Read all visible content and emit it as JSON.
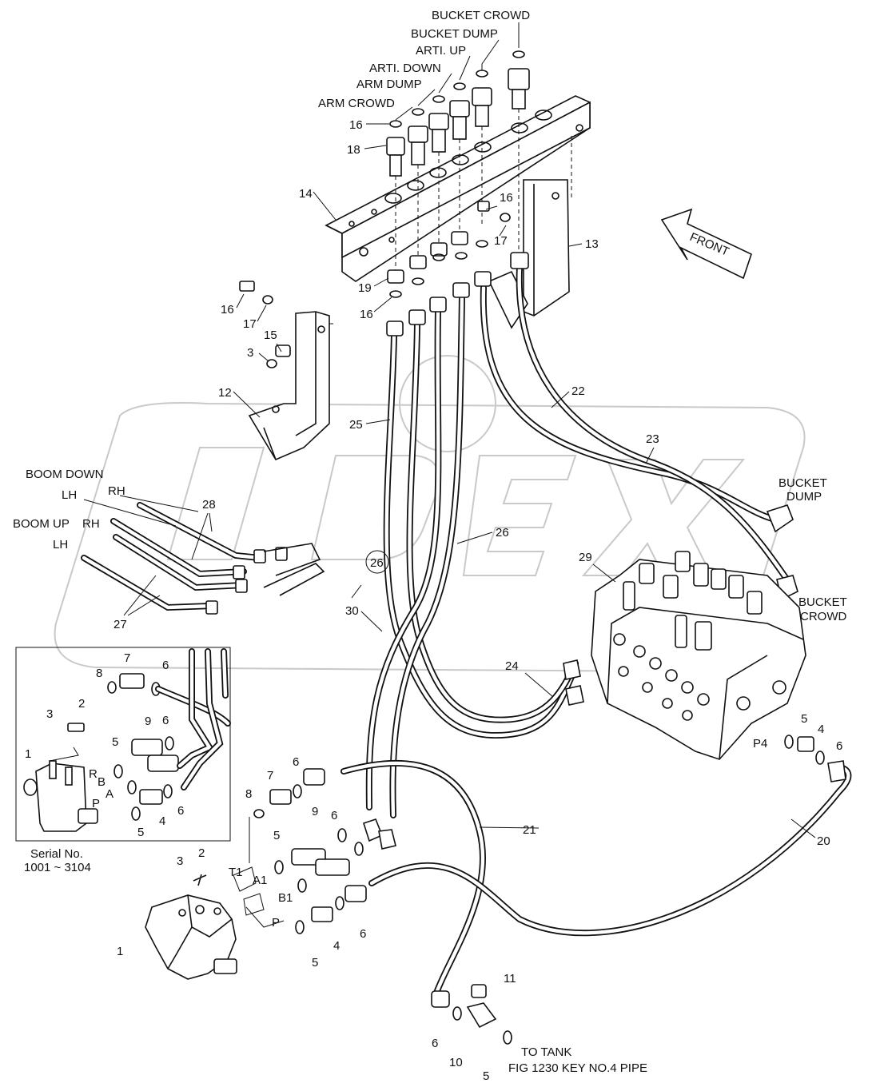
{
  "labels": {
    "bucket_crowd_top": "BUCKET CROWD",
    "bucket_dump_top": "BUCKET DUMP",
    "arti_up": "ARTI. UP",
    "arti_down": "ARTI. DOWN",
    "arm_dump": "ARM DUMP",
    "arm_crowd": "ARM CROWD",
    "front": "FRONT",
    "boom_down": "BOOM DOWN",
    "boom_up": "BOOM UP",
    "lh_1": "LH",
    "rh_1": "RH",
    "lh_2": "LH",
    "rh_2": "RH",
    "bucket_dump_right_1": "BUCKET",
    "bucket_dump_right_2": "DUMP",
    "bucket_crowd_right_1": "BUCKET",
    "bucket_crowd_right_2": "CROWD",
    "serial_1": "Serial No.",
    "serial_2": "1001 ~ 3104",
    "to_tank_1": "TO TANK",
    "to_tank_2": "FIG 1230 KEY NO.4 PIPE",
    "port_t1": "T1",
    "port_a1": "A1",
    "port_b1": "B1",
    "port_p": "P",
    "port_p4": "P4",
    "inset_r": "R",
    "inset_b": "B",
    "inset_a": "A",
    "inset_p": "P"
  },
  "callouts": {
    "c1": "1",
    "c1b": "1",
    "c2": "2",
    "c2b": "2",
    "c3": "3",
    "c3b": "3",
    "c3c": "3",
    "c4": "4",
    "c4b": "4",
    "c4c": "4",
    "c5": "5",
    "c5b": "5",
    "c5c": "5",
    "c5d": "5",
    "c5e": "5",
    "c5f": "5",
    "c6": "6",
    "c6b": "6",
    "c6c": "6",
    "c6d": "6",
    "c6e": "6",
    "c6f": "6",
    "c6g": "6",
    "c6h": "6",
    "c7": "7",
    "c7b": "7",
    "c8": "8",
    "c8b": "8",
    "c9": "9",
    "c9b": "9",
    "c10": "10",
    "c11": "11",
    "c12": "12",
    "c13": "13",
    "c14": "14",
    "c15": "15",
    "c16a": "16",
    "c16b": "16",
    "c16c": "16",
    "c16d": "16",
    "c17a": "17",
    "c17b": "17",
    "c18": "18",
    "c19": "19",
    "c20": "20",
    "c21": "21",
    "c22": "22",
    "c23": "23",
    "c24": "24",
    "c25": "25",
    "c26": "26",
    "c26circ": "26",
    "c27": "27",
    "c28": "28",
    "c29": "29",
    "c30": "30"
  },
  "colors": {
    "ink": "#111111",
    "watermark": "#c9c9c9",
    "background": "#ffffff"
  }
}
